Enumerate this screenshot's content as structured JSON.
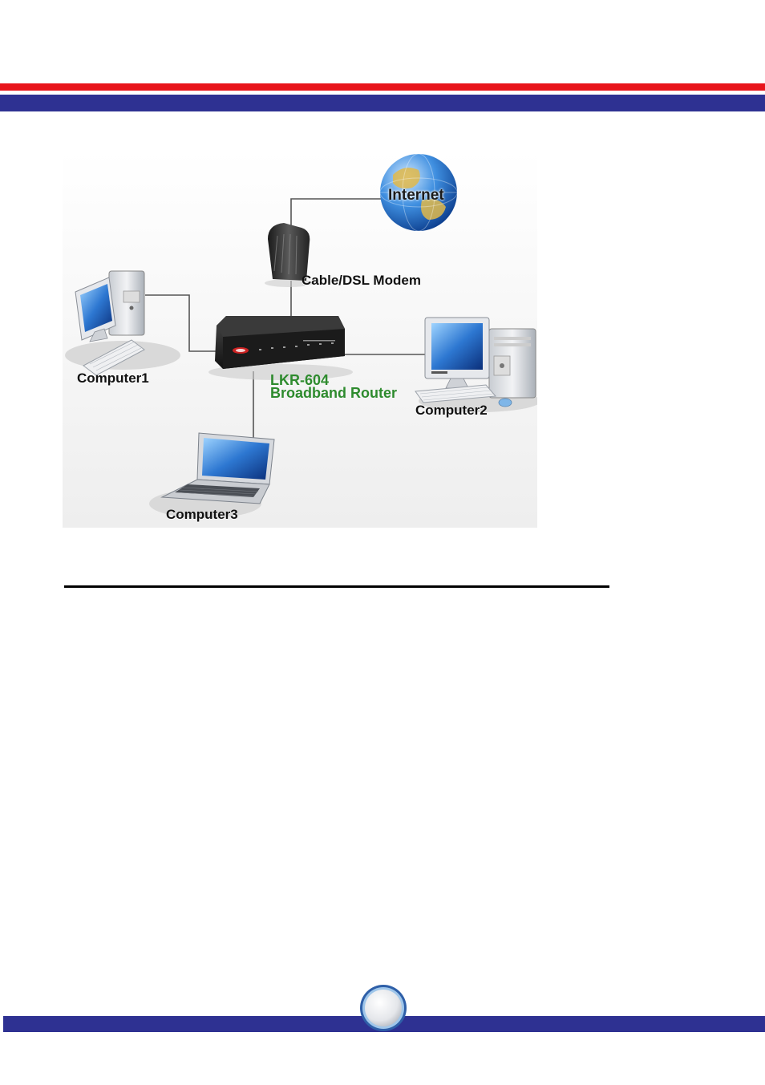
{
  "diagram": {
    "labels": {
      "internet": "Internet",
      "modem": "Cable/DSL Modem",
      "router_model": "LKR-604",
      "router_name": "Broadband Router",
      "computer1": "Computer1",
      "computer2": "Computer2",
      "computer3": "Computer3"
    },
    "icons": [
      "globe-icon",
      "modem-icon",
      "router-icon",
      "desktop-computer-icon",
      "laptop-icon"
    ]
  },
  "colors": {
    "header_red": "#e8141b",
    "header_blue": "#2e3192",
    "router_label_green": "#2e8b2e"
  }
}
